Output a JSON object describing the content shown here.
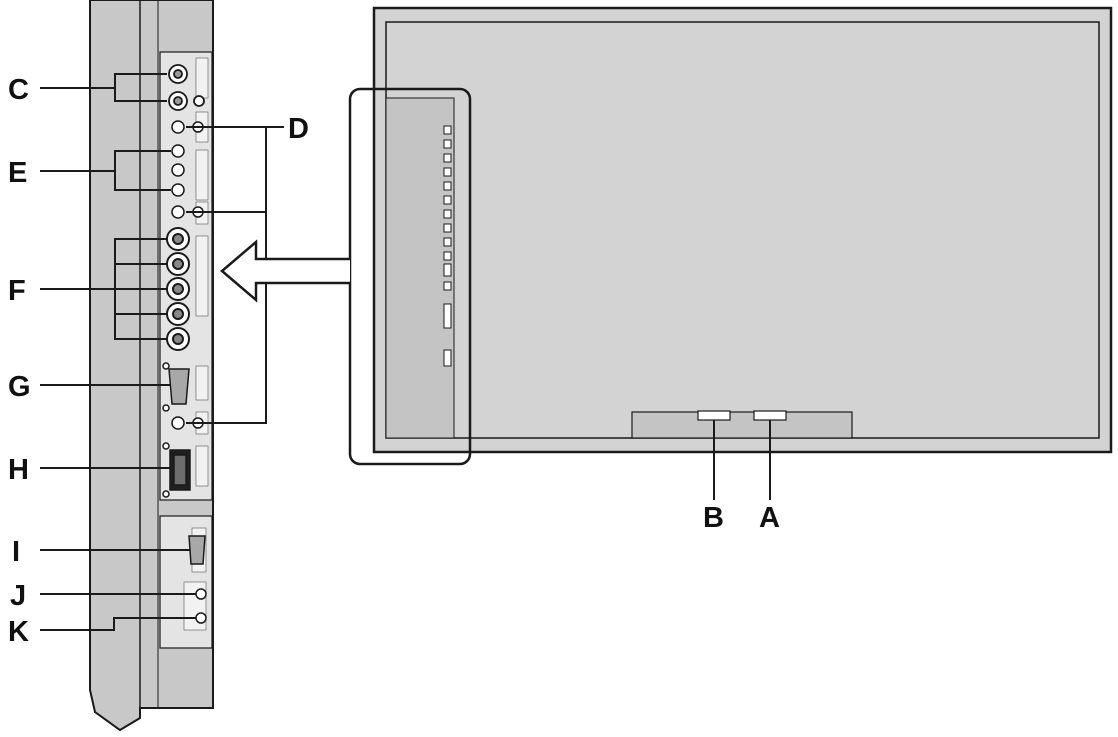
{
  "callouts": {
    "A": "A",
    "B": "B",
    "C": "C",
    "D": "D",
    "E": "E",
    "F": "F",
    "G": "G",
    "H": "H",
    "I": "I",
    "J": "J",
    "K": "K"
  },
  "colors": {
    "panel_shading": "#c8c8c8",
    "screen_face": "#d3d3d3",
    "line": "#1a1a1a",
    "background": "#ffffff"
  },
  "icons": {
    "rca_jack": "concentric-circle",
    "dsub_connector": "trapezoid-pin-block",
    "callout_arrow": "hollow-left-arrow"
  }
}
